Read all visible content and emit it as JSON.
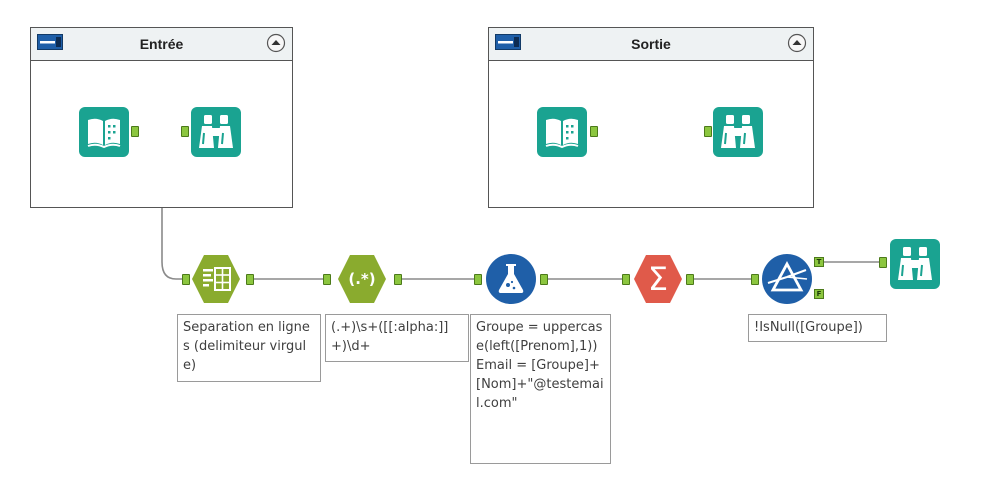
{
  "containers": {
    "input": {
      "title": "Entrée"
    },
    "output": {
      "title": "Sortie"
    }
  },
  "tools": {
    "input_data_1": {
      "icon": "book-icon"
    },
    "browse_1": {
      "icon": "binoculars-icon"
    },
    "input_data_2": {
      "icon": "book-icon"
    },
    "browse_2": {
      "icon": "binoculars-icon"
    },
    "text_to_columns": {
      "icon": "text-to-columns-icon",
      "annotation": "Separation en lignes (delimiteur virgule)"
    },
    "regex": {
      "icon": "regex-icon",
      "glyph": "(.*)",
      "annotation": "(.+)\\s+([[:alpha:]]+)\\d+"
    },
    "formula": {
      "icon": "flask-icon",
      "annotation": "Groupe = uppercase(left([Prenom],1))\nEmail = [Groupe]+[Nom]+\"@testemail.com\""
    },
    "summarize": {
      "icon": "sigma-icon",
      "glyph": "Σ"
    },
    "filter": {
      "icon": "filter-prism-icon",
      "annotation": "!IsNull([Groupe])",
      "true_label": "T",
      "false_label": "F"
    },
    "browse_3": {
      "icon": "binoculars-icon"
    }
  },
  "colors": {
    "teal": "#1aa391",
    "olive": "#8aab2e",
    "blue": "#1f5fa8",
    "red": "#e05a4a",
    "anchor": "#8cc63f",
    "wire": "#8a8a8a"
  }
}
